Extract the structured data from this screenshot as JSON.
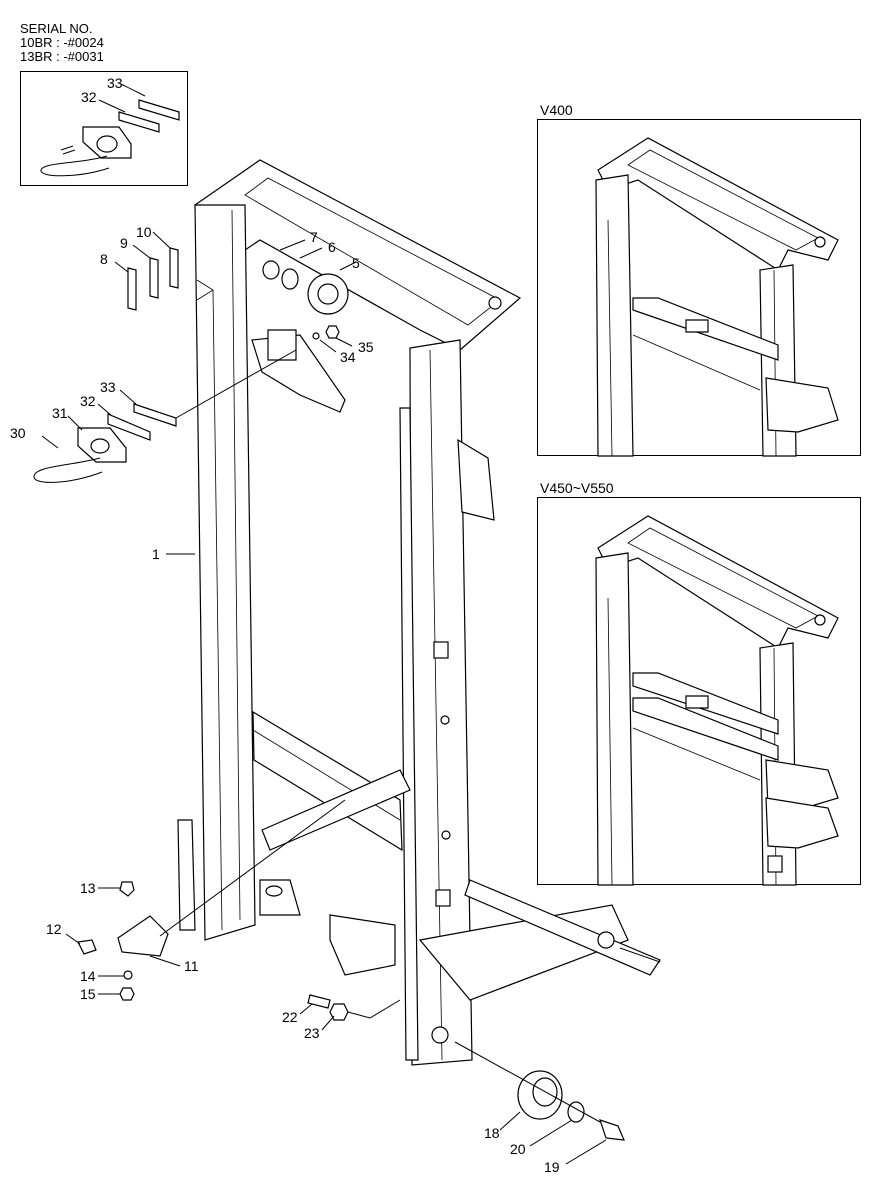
{
  "header": {
    "serial_title": "SERIAL NO.",
    "serial_line1": "10BR : -#0024",
    "serial_line2": "13BR : -#0031"
  },
  "panels": {
    "v400_title": "V400",
    "v450_title": "V450~V550"
  },
  "inset_callouts": [
    "33",
    "32"
  ],
  "callouts": {
    "c1": "1",
    "c5": "5",
    "c6": "6",
    "c7": "7",
    "c8": "8",
    "c9": "9",
    "c10": "10",
    "c11": "11",
    "c12": "12",
    "c13": "13",
    "c14": "14",
    "c15": "15",
    "c18": "18",
    "c19": "19",
    "c20": "20",
    "c22": "22",
    "c23": "23",
    "c30": "30",
    "c31": "31",
    "c32": "32",
    "c33": "33",
    "c34": "34",
    "c35": "35"
  }
}
